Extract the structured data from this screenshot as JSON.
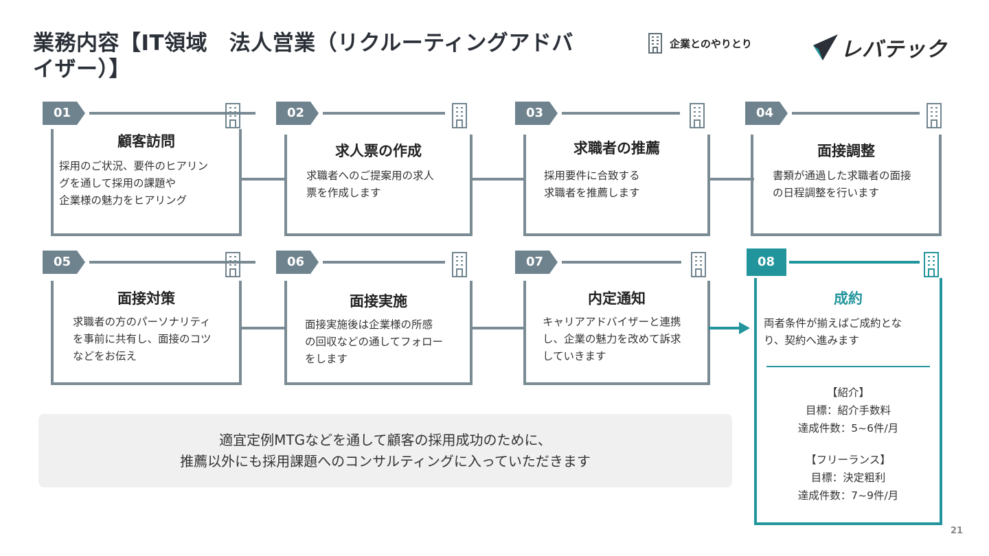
{
  "title": "業務内容【IT領域　法人営業（リクルーティングアドバイザー）】",
  "legend": {
    "icon": "building-icon",
    "label": "企業とのやりとり"
  },
  "logo": {
    "text": "レバテック",
    "icon": "check-logo-icon"
  },
  "colors": {
    "gray": "#7a8b94",
    "badge": "#6f838e",
    "teal": "#22959c",
    "noteBg": "#f0f0f0"
  },
  "steps": [
    {
      "num": "01",
      "title": "顧客訪問",
      "desc": [
        "採用のご状況、要件のヒアリン",
        "グを通して採用の課題や",
        "企業様の魅力をヒアリング"
      ]
    },
    {
      "num": "02",
      "title": "求人票の作成",
      "desc": [
        "求職者へのご提案用の求人",
        "票を作成します"
      ]
    },
    {
      "num": "03",
      "title": "求職者の推薦",
      "desc": [
        "採用要件に合致する",
        "求職者を推薦します"
      ]
    },
    {
      "num": "04",
      "title": "面接調整",
      "desc": [
        "書類が通過した求職者の面接",
        "の日程調整を行います"
      ]
    },
    {
      "num": "05",
      "title": "面接対策",
      "desc": [
        "求職者の方のパーソナリティ",
        "を事前に共有し、面接のコツ",
        "などをお伝え"
      ]
    },
    {
      "num": "06",
      "title": "面接実施",
      "desc": [
        "面接実施後は企業様の所感",
        "の回収などの通してフォロー",
        "をします"
      ]
    },
    {
      "num": "07",
      "title": "内定通知",
      "desc": [
        "キャリアアドバイザーと連携",
        "し、企業の魅力を改めて訴求",
        "していきます"
      ]
    }
  ],
  "final": {
    "num": "08",
    "title": "成約",
    "desc": [
      "両者条件が揃えばご成約とな",
      "り、契約へ進みます"
    ],
    "introduction": {
      "heading": "【紹介】",
      "goal": "目標：紹介手数料",
      "count": "達成件数：5~6件/月"
    },
    "freelance": {
      "heading": "【フリーランス】",
      "goal": "目標：決定粗利",
      "count": "達成件数：7~9件/月"
    }
  },
  "note": {
    "line1": "適宜定例MTGなどを通して顧客の採用成功のために、",
    "line2": "推薦以外にも採用課題へのコンサルティングに入っていただきます"
  },
  "page_number": "21"
}
